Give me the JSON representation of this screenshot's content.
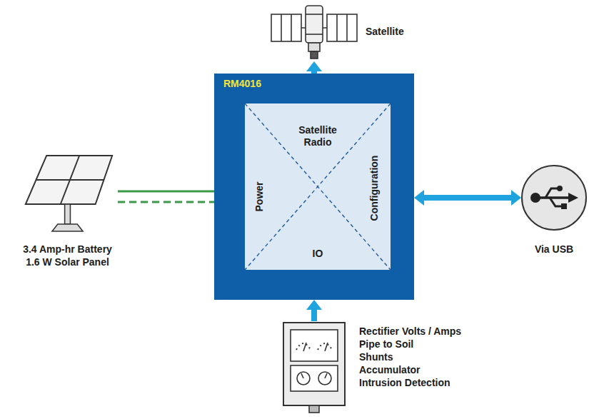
{
  "diagram": {
    "nodes": [
      {
        "text": [
          "RM4016"
        ]
      },
      {
        "text": [
          "Satellite Radio"
        ],
        "in": 0
      },
      {
        "text": [
          "Configuration"
        ],
        "in": 0
      },
      {
        "text": [
          "IO"
        ],
        "in": 0
      },
      {
        "text": [
          "Power"
        ],
        "in": 0
      },
      {
        "text": [
          "Satellite"
        ]
      },
      {
        "text": [
          "Via USB"
        ]
      },
      {
        "text": [
          "3.4 Amp-hr Battery",
          "1.6 W Solar Panel"
        ]
      },
      {
        "text": [
          "Rectifier Volts / Amps",
          "Pipe to Soil",
          "Shunts",
          "Accumulator",
          "Intrusion Detection"
        ]
      }
    ],
    "edges": [
      {
        "from": 0,
        "to": 5,
        "arrow": "to"
      },
      {
        "from": 0,
        "to": 6,
        "arrow": "both"
      },
      {
        "from": 7,
        "to": 0,
        "arrow": "none"
      },
      {
        "from": 8,
        "to": 0,
        "arrow": "to"
      }
    ]
  }
}
